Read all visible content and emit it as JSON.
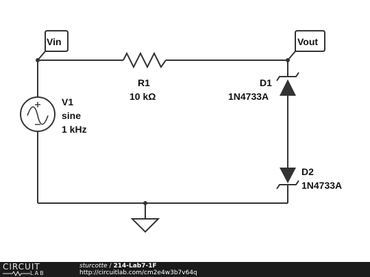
{
  "schematic": {
    "nodes": {
      "vin": "Vin",
      "vout": "Vout"
    },
    "source": {
      "name": "V1",
      "type": "sine",
      "frequency": "1 kHz"
    },
    "resistor": {
      "name": "R1",
      "value": "10 kΩ"
    },
    "diode1": {
      "name": "D1",
      "part": "1N4733A"
    },
    "diode2": {
      "name": "D2",
      "part": "1N4733A"
    }
  },
  "footer": {
    "logo_top": "CIRCUIT",
    "logo_bottom": "LAB",
    "user": "sturcotte",
    "separator": " / ",
    "title": "214-Lab7-1F",
    "url": "http://circuitlab.com/cm2e4w3b7v64q"
  },
  "colors": {
    "wire": "#333333",
    "footer_bg": "#1b1b1b",
    "tag_fill": "#ffffff"
  }
}
